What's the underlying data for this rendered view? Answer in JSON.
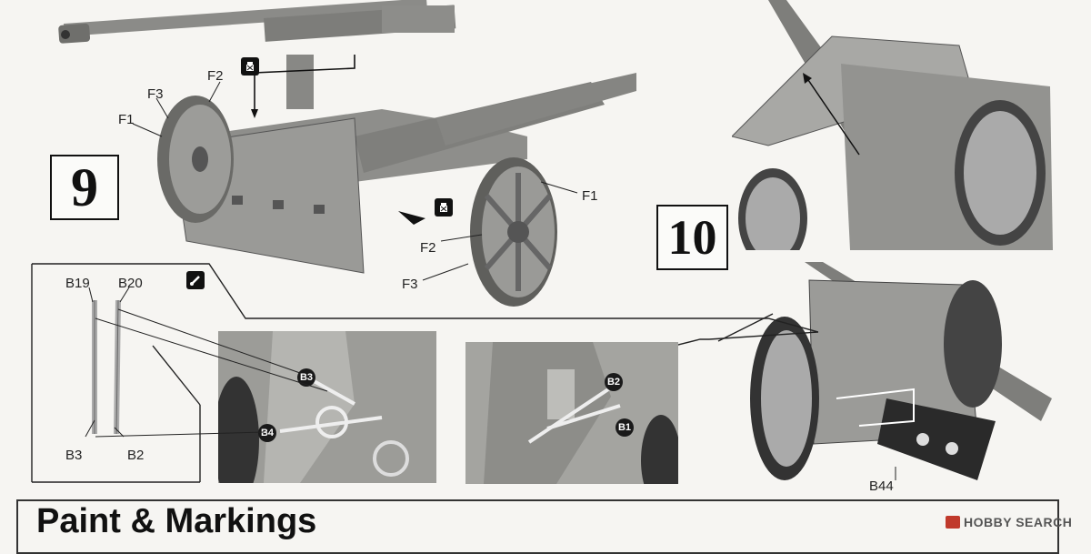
{
  "steps": {
    "step9": "9",
    "step10": "10"
  },
  "labels": {
    "f1_left": "F1",
    "f2_left": "F2",
    "f3_left": "F3",
    "f1_right": "F1",
    "f2_right": "F2",
    "f3_right": "F3",
    "b19": "B19",
    "b20": "B20",
    "b3": "B3",
    "b2": "B2",
    "b44": "B44"
  },
  "badges": {
    "photo1_b3": "B3",
    "photo1_b4": "B4",
    "photo2_b2": "B2",
    "photo2_b1": "B1"
  },
  "section": {
    "title": "Paint & Markings"
  },
  "watermark": {
    "brand": "HOBBY SEARCH"
  },
  "icons": {
    "glue": "cement-icon",
    "paint": "paint-brush-icon"
  },
  "colors": {
    "paper": "#f6f5f2",
    "ink": "#111111",
    "photo_gray": "#9e9e9a",
    "badge": "#1a1a1a"
  }
}
